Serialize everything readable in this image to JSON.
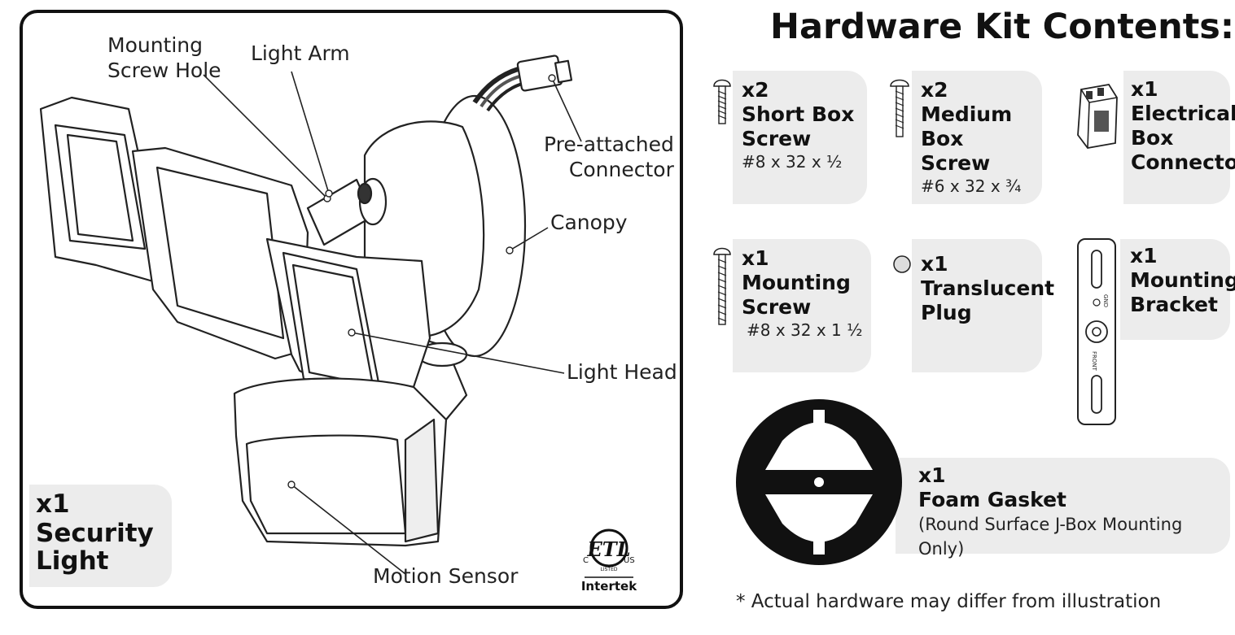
{
  "light_panel": {
    "callouts": {
      "mounting_screw_hole": "Mounting\nScrew Hole",
      "light_arm": "Light Arm",
      "pre_attached_connector": "Pre-attached\nConnector",
      "canopy": "Canopy",
      "light_head": "Light Head",
      "motion_sensor": "Motion Sensor"
    },
    "badge": {
      "qty": "x1",
      "line1": "Security",
      "line2": "Light"
    },
    "certification": {
      "mark": "ETL",
      "left": "C",
      "right": "US",
      "listed": "LISTED",
      "brand": "Intertek"
    }
  },
  "kit": {
    "title": "Hardware Kit Contents:",
    "items": [
      {
        "qty": "x2",
        "name_1": "Short Box",
        "name_2": "Screw",
        "spec": "#8 x 32 x ½"
      },
      {
        "qty": "x2",
        "name_1": "Medium Box",
        "name_2": "Screw",
        "spec": "#6 x 32 x ¾"
      },
      {
        "qty": "x1",
        "name_1": "Electrical",
        "name_2": "Box",
        "name_3": "Connector"
      },
      {
        "qty": "x1",
        "name_1": "Mounting",
        "name_2": "Screw",
        "spec": "#8 x 32 x 1 ½"
      },
      {
        "qty": "x1",
        "name_1": "Translucent",
        "name_2": "Plug"
      },
      {
        "qty": "x1",
        "name_1": "Mounting",
        "name_2": "Bracket",
        "bracket_marks": [
          "GND",
          "FRONT"
        ]
      },
      {
        "qty": "x1",
        "name_1": "Foam Gasket",
        "spec": "(Round Surface J-Box Mounting Only)"
      }
    ],
    "note": "* Actual hardware may differ from illustration"
  }
}
